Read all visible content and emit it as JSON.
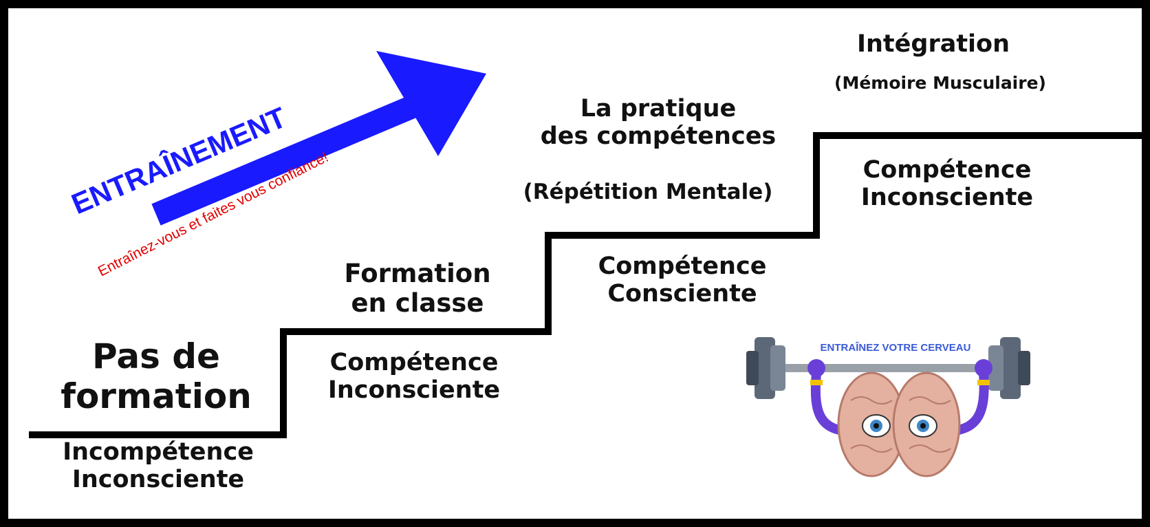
{
  "arrow": {
    "label": "ENTRAÎNEMENT",
    "tagline": "Entraînez-vous et faites vous confiance!",
    "color": "#1a1aff",
    "tagline_color": "#e00000"
  },
  "steps": [
    {
      "top": [
        "Pas de",
        "formation"
      ],
      "bottom": [
        "Incompétence",
        "Inconsciente"
      ]
    },
    {
      "top": [
        "Formation",
        "en classe"
      ],
      "bottom": [
        "Compétence",
        "Inconsciente"
      ]
    },
    {
      "top": [
        "La pratique",
        "des compétences"
      ],
      "note": "(Répétition Mentale)",
      "bottom": [
        "Compétence",
        "Consciente"
      ]
    },
    {
      "top": [
        "Intégration"
      ],
      "note": "(Mémoire Musculaire)",
      "bottom": [
        "Compétence",
        "Inconsciente"
      ]
    }
  ],
  "illustration": {
    "caption": "ENTRAÎNEZ VOTRE CERVEAU",
    "caption_color": "#3a5ad6"
  }
}
